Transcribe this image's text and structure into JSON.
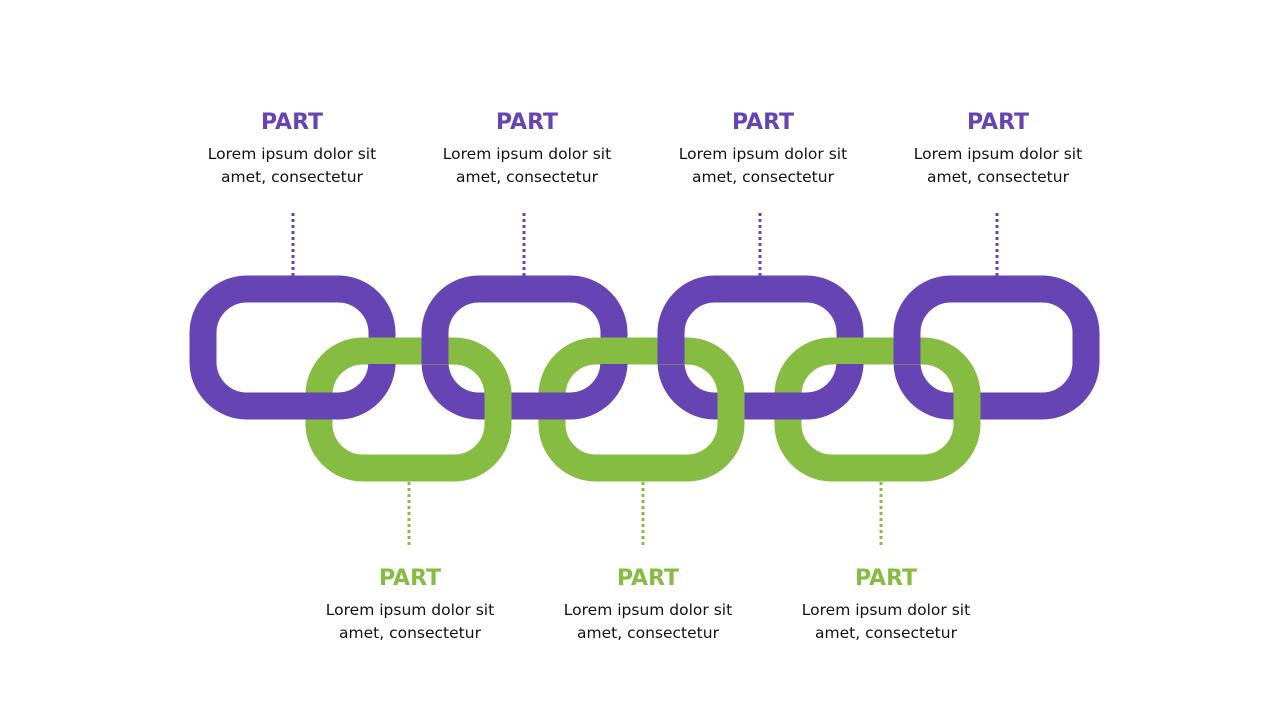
{
  "colors": {
    "purple": "#6644b3",
    "green": "#86bc42",
    "text": "#111111"
  },
  "top_parts": [
    {
      "title": "PART",
      "line1": "Lorem ipsum dolor sit",
      "line2": "amet, consectetur"
    },
    {
      "title": "PART",
      "line1": "Lorem ipsum dolor sit",
      "line2": "amet, consectetur"
    },
    {
      "title": "PART",
      "line1": "Lorem ipsum dolor sit",
      "line2": "amet, consectetur"
    },
    {
      "title": "PART",
      "line1": "Lorem ipsum dolor sit",
      "line2": "amet, consectetur"
    }
  ],
  "bottom_parts": [
    {
      "title": "PART",
      "line1": "Lorem ipsum dolor sit",
      "line2": "amet, consectetur"
    },
    {
      "title": "PART",
      "line1": "Lorem ipsum dolor sit",
      "line2": "amet, consectetur"
    },
    {
      "title": "PART",
      "line1": "Lorem ipsum dolor sit",
      "line2": "amet, consectetur"
    }
  ]
}
